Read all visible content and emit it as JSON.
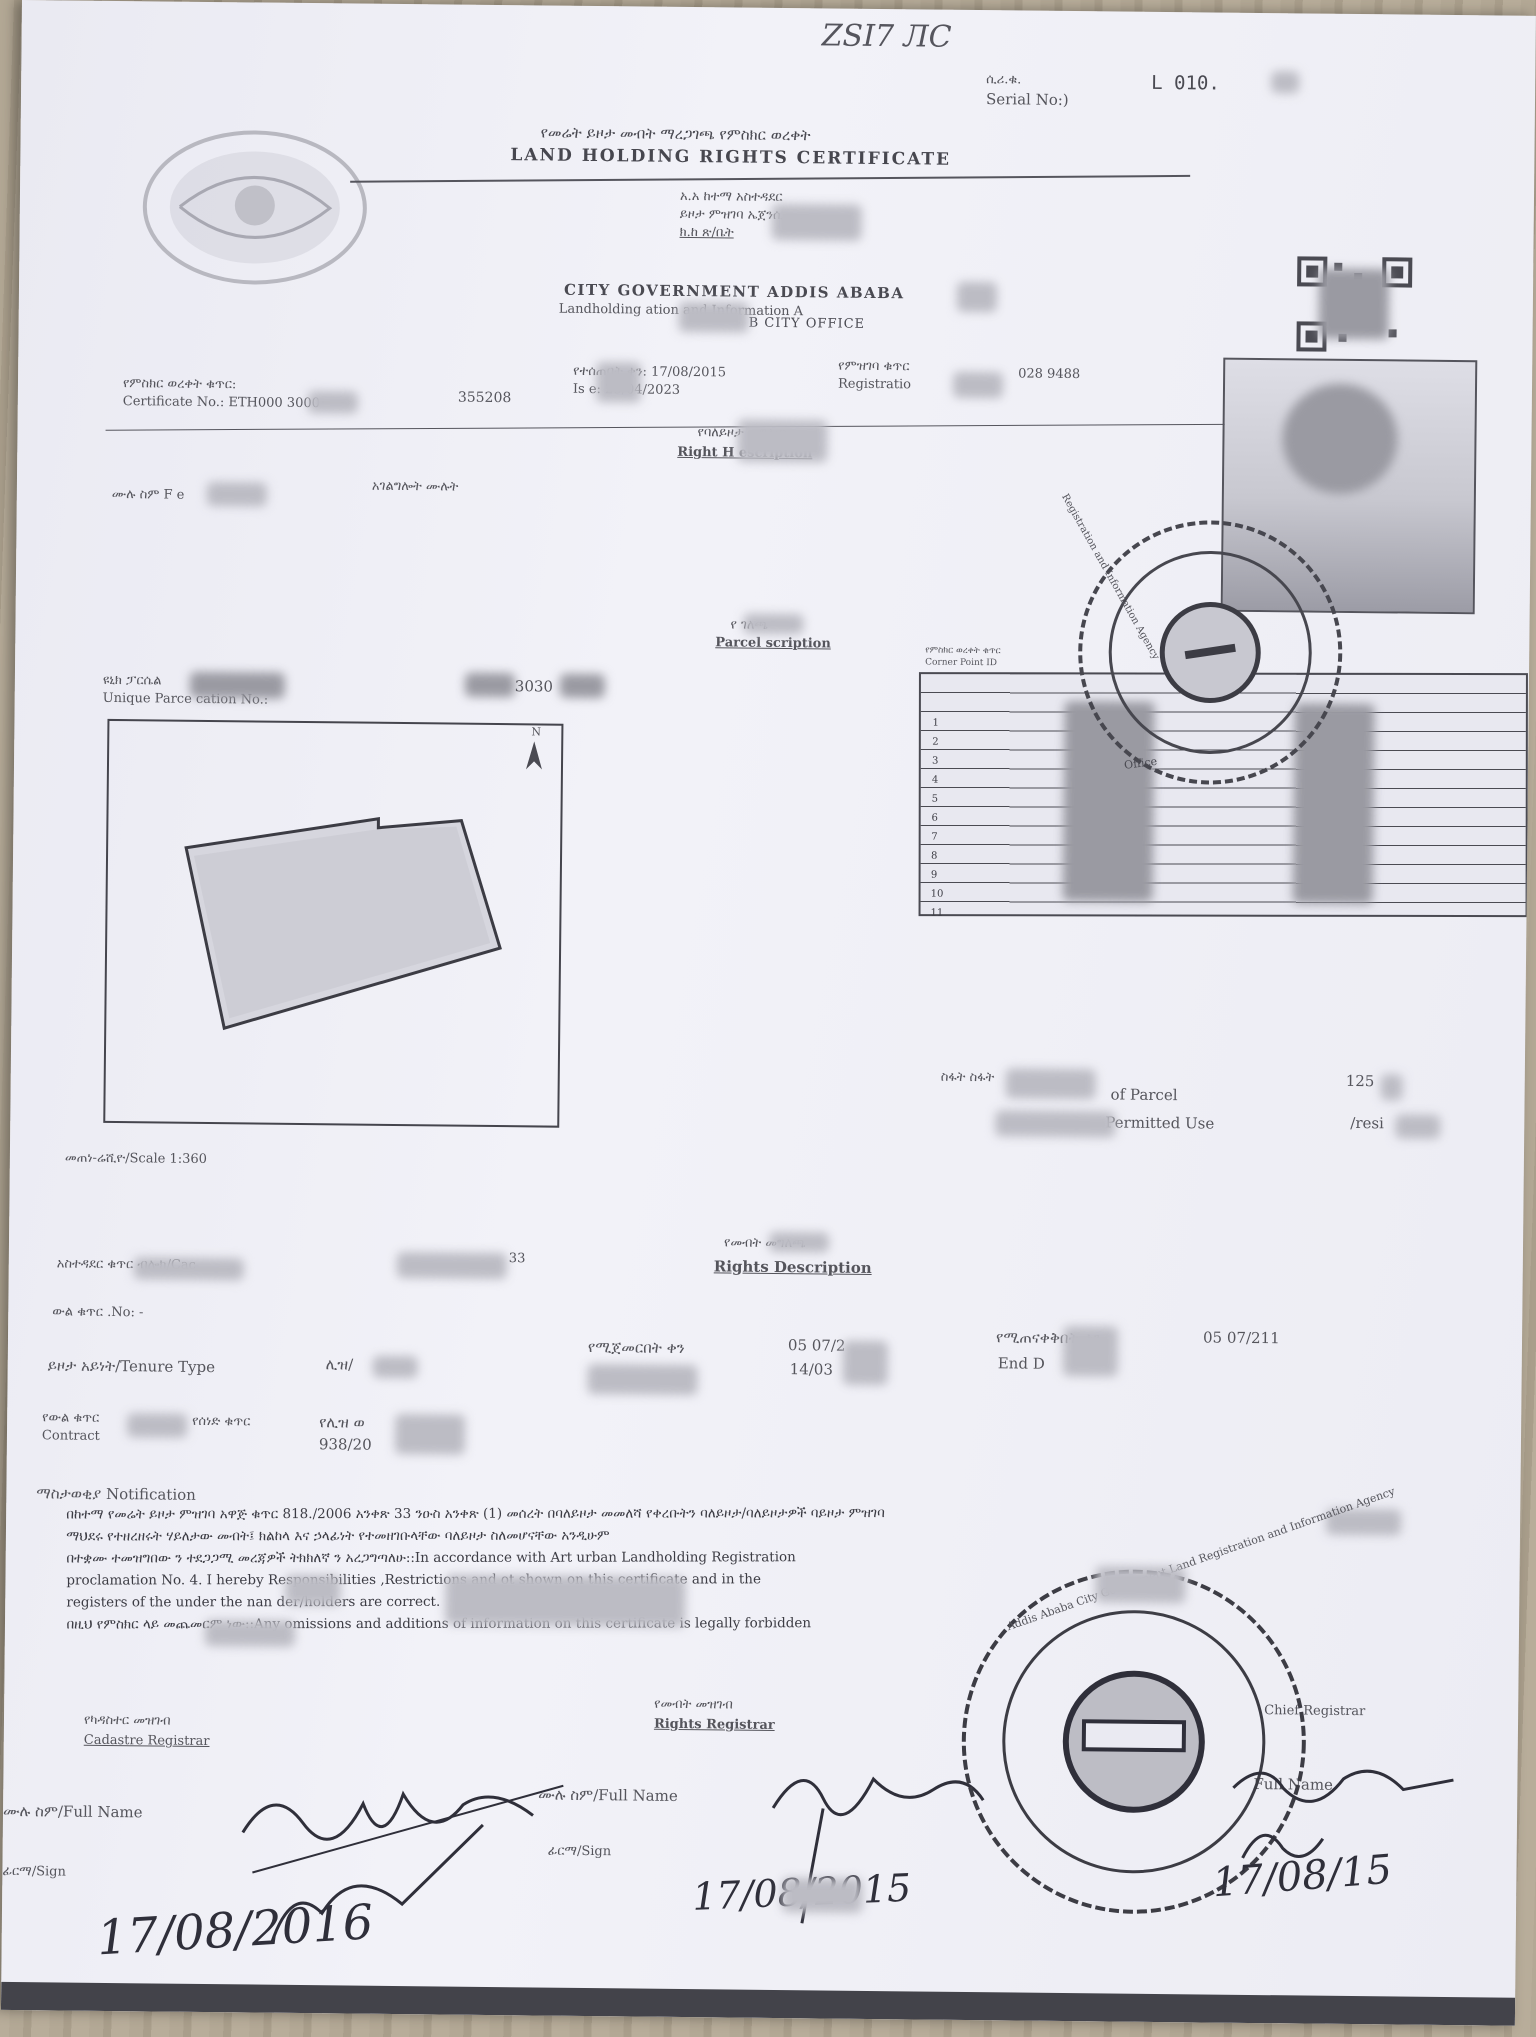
{
  "header": {
    "handwritten_top": "ZSI7 ЛС",
    "serial_label_am": "ሲሪ.ቁ.",
    "serial_label_en": "Serial No:)",
    "serial_value": "L 010.",
    "title_am": "የመሬት ይዞታ መብት ማረጋገጫ የምስክር ወረቀት",
    "title_en": "LAND HOLDING RIGHTS CERTIFICATE",
    "office_am_1": "አ.አ ከተማ አስተዳደር",
    "office_am_2": "ይዞታ ምዝገባ ኤጀንሲ",
    "office_am_3": "ክ.ከ ጽ/ቤት",
    "city_gov": "CITY GOVERNMENT   ADDIS ABABA",
    "agency": "Landholding    ation and Information A",
    "sub_office": "B CITY OFFICE"
  },
  "ids": {
    "cert_label_am": "የምስክር ወረቀት ቁጥር:",
    "cert_label_en": "Certificate No.: ETH000      3000",
    "cert_suffix": "355208",
    "issue_am": "የተሰጠበት ቀን: 17/08/2015",
    "issue_en": "Is       e: 25/04/2023",
    "reg_am": "የምዝገባ ቁጥር",
    "reg_en": "Registratio",
    "reg_value": "028 9488"
  },
  "holder": {
    "heading_am": "የባለይዞታ መግለጫ",
    "heading_en": "Right H      escription",
    "name_label": "ሙሉ ስም F        e",
    "nationality": "አገልግሎት         ሙሉት"
  },
  "parcel": {
    "heading_am": "የ     ገለጫ",
    "heading_en": "Parcel   scription",
    "upi_label_am": "ዩኒክ ፓርሴል",
    "upi_label_en": "Unique Parce       cation No.:",
    "upi_value": "3030",
    "scale": "መጠነ-ሬሺዮ/Scale    1:360",
    "north": "N",
    "area_am": "ስፋት ስፋት",
    "area_en": "of Parcel",
    "area_value": "125",
    "use_en": "Permitted Use",
    "use_value": "/resi"
  },
  "corner_table": {
    "header_am": "የምስክር ወረቀት ቁጥር",
    "header_en": "Corner Point ID",
    "rows": [
      "1",
      "2",
      "3",
      "4",
      "5",
      "6",
      "7",
      "8",
      "9",
      "10",
      "11"
    ]
  },
  "rights": {
    "heading_am": "የመብት መግለጫ",
    "heading_en": "Rights Description",
    "case_label": "አስተዳደር      ቁጥር ብሎክ/Cac",
    "case_value": "33",
    "contract_no": "ውል ቁጥር   .No: -",
    "tenure_label": "ይዞታ አይነት/Tenure Type",
    "tenure_value": "ሊዝ/",
    "start_am": "የሚጀመርበት ቀን",
    "start_value1": "05 07/2",
    "start_value2": "14/03",
    "end_am": "የሚጠናቀቅበት ቀን",
    "end_en": "End D",
    "end_value": "05 07/211",
    "contract_label": "የውል ቁጥር",
    "contract_label_en": "Contract",
    "doc_label": "የሰነድ ቁጥር",
    "lease_ref": "የሊዝ ወ",
    "lease_num": "938/20"
  },
  "notification": {
    "heading": "ማስታወቂያ Notification",
    "line1": "በከተማ የመሬት ይዞታ ምዝገባ አዋጅ ቁጥር 818./2006 አንቀጽ 33 ንዑስ አንቀጽ (1) መሰረት በባለይዞታ መመለሻ የቀረቡትን ባለይዞታ/ባለይዞታዎች ባይዞታ ምዝገባ",
    "line2": "ማህደሩ የተዘረዘሩት ሃይለታው መብት፤ ክልከላ እና ኃላፊነት የተመዘገቡላቸው ባለይዞታ ስለመሆናቸው አንዲሁም",
    "line3": "በተቋሙ ተመዝግበው   ን ተደጋጋሚ መረጃዎች ትክክለኛ   ን አረጋግጣለሁ::In accordance with Art    urban Landholding Registration",
    "line4": "proclamation No.     4. I hereby               Responsibilities ,Restrictions and ot       shown on this certificate and in the",
    "line5": "registers of the      under the nan             der/holders are correct.",
    "line6": "በዚህ የምስክር      ላይ መጨመርም                 ነው::Any omissions and additions of information on this certificate is legally forbidden"
  },
  "signatures": {
    "cadastre_am": "የካዳስተር መዝገብ",
    "cadastre_en": "Cadastre Registrar",
    "rights_am": "የመብት መዝገብ",
    "rights_en": "Rights Registrar",
    "chief_en": "Chief Registrar",
    "fullname1": "ሙሉ ስም/Full Name",
    "fullname2": "ሙሉ ስም/Full Name",
    "fullname3": "Full Name",
    "sign1": "ፊርማ/Sign",
    "sign2": "ፊርማ/Sign",
    "date1": "17/08/2016",
    "date2": "17/08/2015",
    "date3": "17/08/15"
  },
  "stamp": {
    "seal_text": "Addis Ababa City Government Land Registration and Information Agency",
    "seal_inner": "Office",
    "seal_top": "Registration and Information Agency"
  }
}
